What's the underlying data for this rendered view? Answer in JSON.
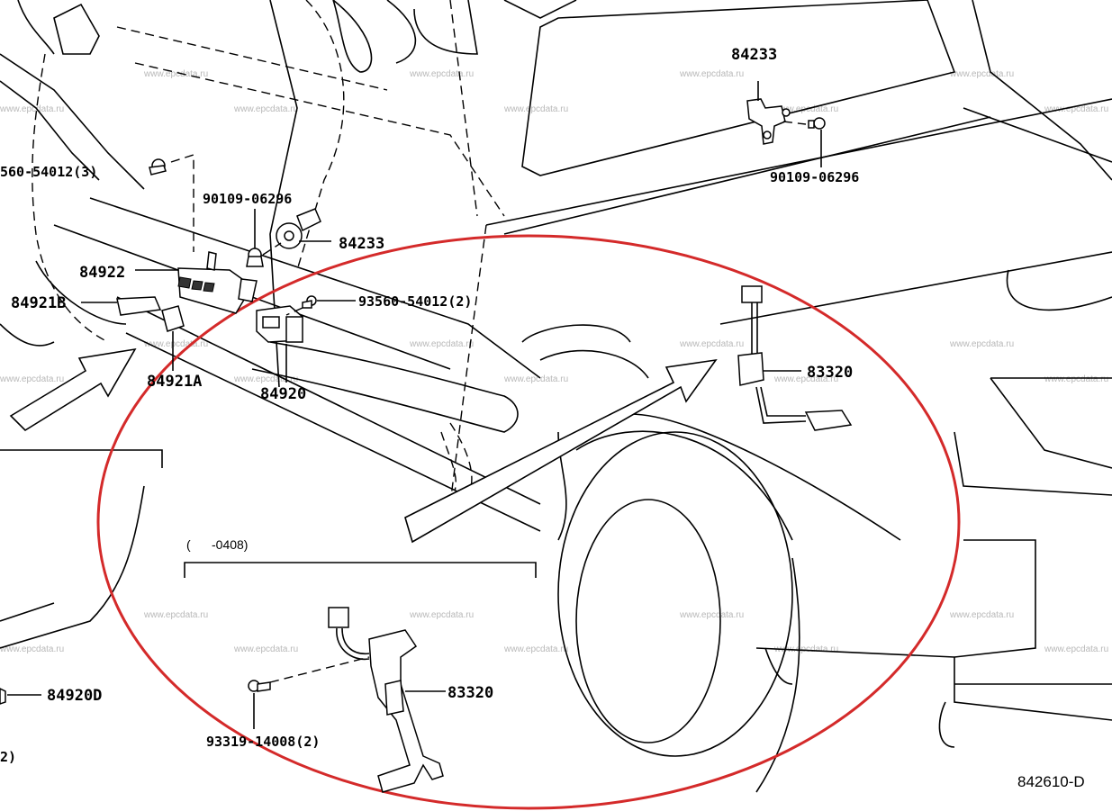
{
  "labels": {
    "p_84233_top": "84233",
    "p_90109_top": "90109-06296",
    "p_93560_left": "560-54012(3)",
    "p_90109_mid": "90109-06296",
    "p_84233_mid": "84233",
    "p_84922": "84922",
    "p_84921b": "84921B",
    "p_93560_mid": "93560-54012(2)",
    "p_84921a": "84921A",
    "p_84920": "84920",
    "p_83320_right": "83320",
    "p_range": "(      -0408)",
    "p_83320_bottom": "83320",
    "p_93319": "93319-14008(2)",
    "p_84920d": "84920D",
    "p_2_left": "2)",
    "ref_code": "842610-D"
  },
  "watermark": "www.epcdata.ru",
  "colors": {
    "highlight_circle": "#d42a2a",
    "ink": "#000000",
    "watermark": "#b8b8b8"
  }
}
